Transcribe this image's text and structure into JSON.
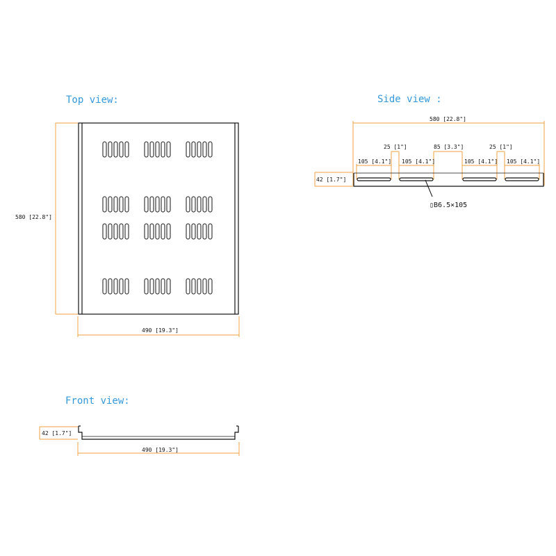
{
  "colors": {
    "title": "#3399dd",
    "dimension_line": "#f0a040",
    "outline": "#111111",
    "background": "#ffffff"
  },
  "top_view": {
    "title": "Top view:",
    "height_label": "580 [22.8\"]",
    "width_label": "490 [19.3\"]"
  },
  "side_view": {
    "title": "Side view :",
    "length_label": "580 [22.8\"]",
    "height_label": "42 [1.7\"]",
    "slot_label_1": "105 [4.1\"]",
    "slot_label_2": "105 [4.1\"]",
    "slot_label_3": "105 [4.1\"]",
    "slot_label_4": "105 [4.1\"]",
    "gap_label_1": "25 [1\"]",
    "gap_label_2": "85 [3.3\"]",
    "gap_label_3": "25 [1\"]",
    "slot_callout": "▯B6.5×105"
  },
  "front_view": {
    "title": "Front view:",
    "height_label": "42 [1.7\"]",
    "width_label": "490 [19.3\"]"
  }
}
